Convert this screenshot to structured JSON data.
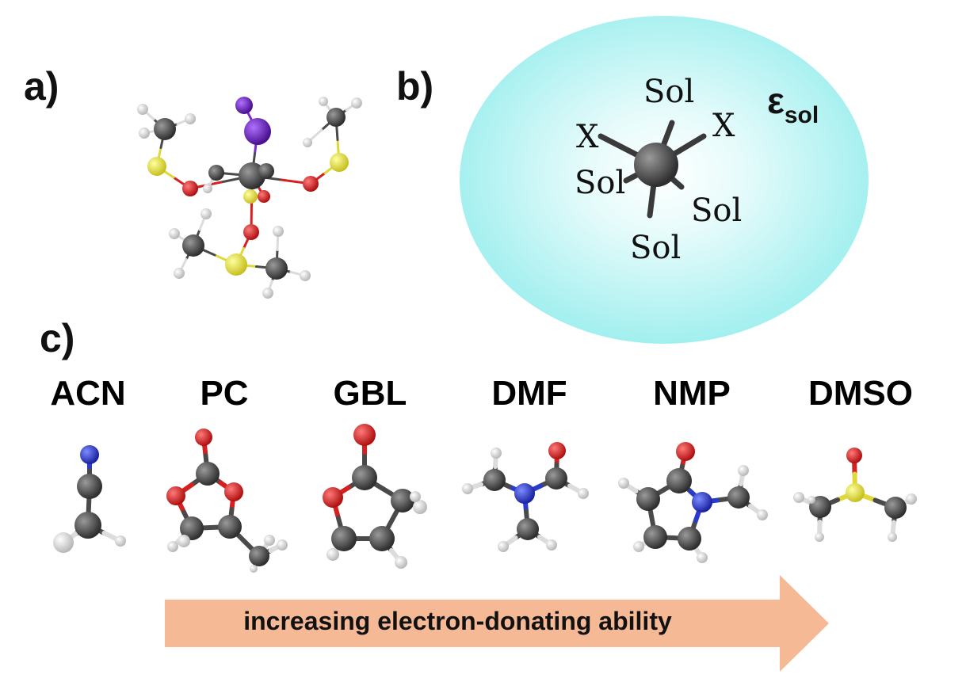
{
  "panels": {
    "a": "a)",
    "b": "b)",
    "c": "c)"
  },
  "schematic": {
    "sol_top": "Sol",
    "sol_left": "Sol",
    "sol_right": "Sol",
    "sol_bottom": "Sol",
    "x_left": "X",
    "x_right": "X",
    "epsilon_symbol": "ε",
    "epsilon_subscript": "sol"
  },
  "solvents": [
    "ACN",
    "PC",
    "GBL",
    "DMF",
    "NMP",
    "DMSO"
  ],
  "arrow_label": "increasing electron-donating ability",
  "colors": {
    "carbon": "#4a4a4a",
    "oxygen": "#d42020",
    "nitrogen": "#2a3ad0",
    "sulfur": "#e8e040",
    "hydrogen": "#f2f2f2",
    "iodine": "#7a2ad0",
    "continuum": "#9ff0f0",
    "arrow": "#f5b996"
  }
}
